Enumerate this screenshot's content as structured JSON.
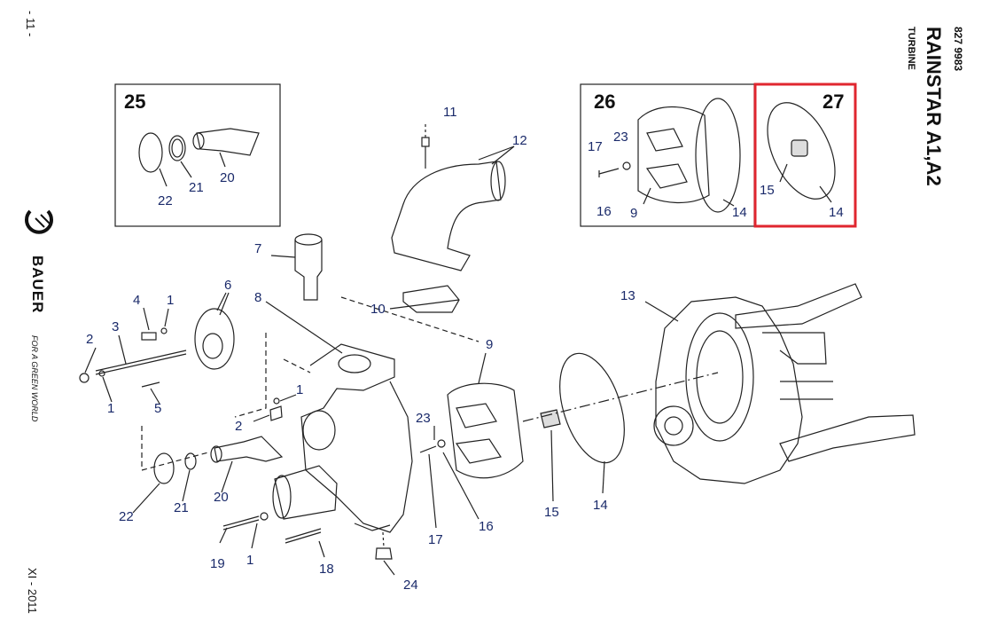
{
  "page": {
    "page_number": "- 11 -",
    "doc_number": "827 9983",
    "product_title": "RAINSTAR A1,A2",
    "section": "TURBINE",
    "brand": "BAUER",
    "tagline": "FOR A GREEN WORLD",
    "date": "XI - 2011"
  },
  "boxes": {
    "box25": {
      "title": "25",
      "labels": [
        "22",
        "21",
        "20"
      ]
    },
    "box26": {
      "title": "26",
      "labels": [
        "17",
        "23",
        "16",
        "9",
        "14"
      ]
    },
    "box27": {
      "title": "27",
      "labels": [
        "15",
        "14"
      ],
      "highlight_color": "#e0262f"
    }
  },
  "callouts": {
    "n11": "11",
    "n12": "12",
    "n7": "7",
    "n10": "10",
    "n8": "8",
    "n6": "6",
    "n4": "4",
    "n1a": "1",
    "n3": "3",
    "n2a": "2",
    "n1b": "1",
    "n5": "5",
    "n1c": "1",
    "n2b": "2",
    "n22": "22",
    "n21": "21",
    "n20": "20",
    "n19": "19",
    "n1d": "1",
    "n18": "18",
    "n24": "24",
    "n9": "9",
    "n23": "23",
    "n16": "16",
    "n17": "17",
    "n15": "15",
    "n14": "14",
    "n13": "13"
  },
  "colors": {
    "line": "#222222",
    "callout_text": "#1a2a6a",
    "highlight": "#e0262f"
  }
}
